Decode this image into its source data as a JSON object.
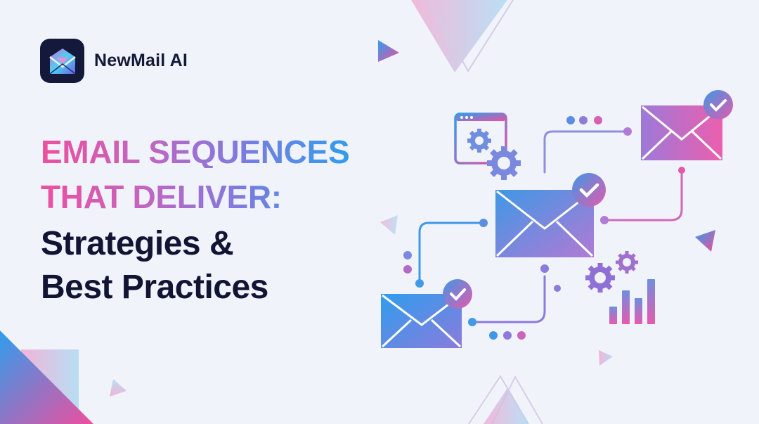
{
  "brand": {
    "name": "NewMail AI",
    "logo_icon": "open-envelope-icon"
  },
  "headline": {
    "line1": "EMAIL SEQUENCES",
    "line2": "THAT DELIVER:",
    "line3": "Strategies &",
    "line4": "Best Practices"
  },
  "illustration": {
    "icons": [
      "envelope-icon",
      "check-badge-icon",
      "gear-icon",
      "browser-window-icon",
      "bar-chart-icon",
      "dots-icon"
    ],
    "envelope_count": 3
  },
  "colors": {
    "background": "#f1f3fb",
    "pink": "#ee4f9e",
    "purple": "#8a78dc",
    "blue": "#2f9ded",
    "dark_text": "#111433",
    "logo_bg": "#14183a"
  }
}
